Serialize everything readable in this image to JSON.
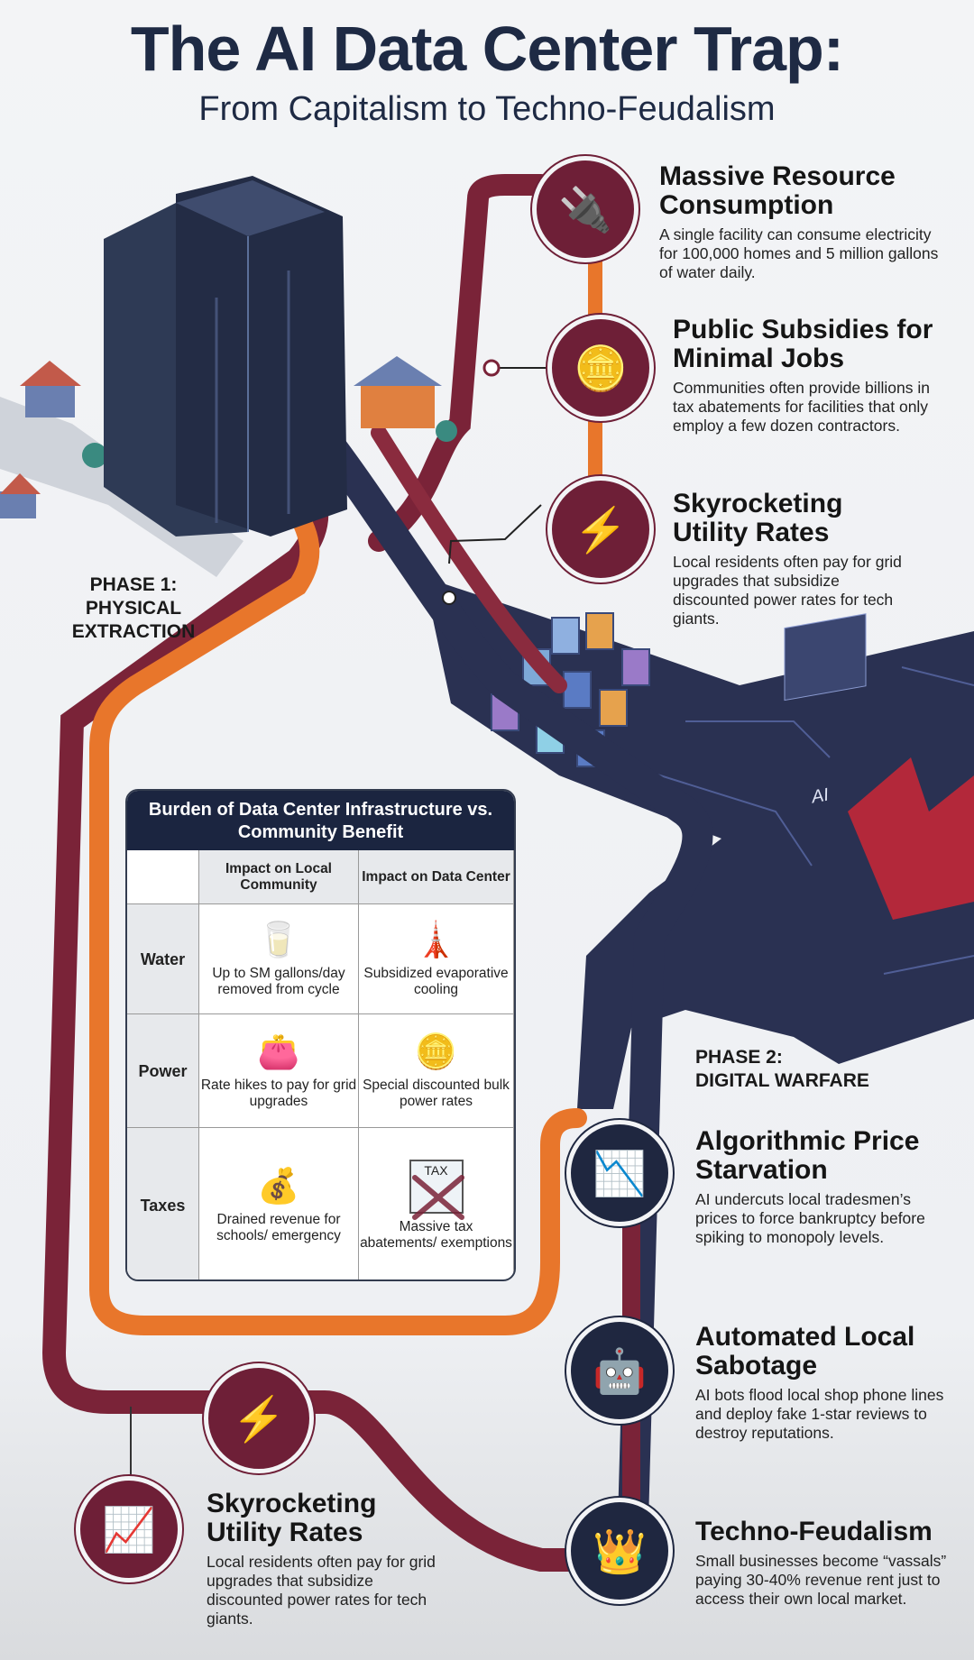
{
  "title": "The AI Data Center Trap:",
  "subtitle": "From Capitalism to Techno-Feudalism",
  "phase1": {
    "line1": "PHASE 1:",
    "line2": "PHYSICAL",
    "line3": "EXTRACTION"
  },
  "phase2": {
    "line1": "PHASE 2:",
    "line2": "DIGITAL WARFARE"
  },
  "items": [
    {
      "title": "Massive Resource Consumption",
      "text": "A single facility can consume electricity for 100,000 homes and 5 million gallons of water daily.",
      "icon": "plug-water-icon"
    },
    {
      "title": "Public Subsidies for Minimal Jobs",
      "text": "Communities often provide billions in tax abatements for facilities that only employ a few dozen contractors.",
      "icon": "coins-people-icon"
    },
    {
      "title": "Skyrocketing Utility Rates",
      "text": "Local residents often pay for grid upgrades that subsidize discounted power rates for tech giants.",
      "icon": "house-rising-arrow-icon"
    },
    {
      "title": "Algorithmic Price Starvation",
      "text": "AI undercuts local tradesmen’s prices to force bankruptcy before spiking to monopoly levels.",
      "icon": "falling-chart-icon"
    },
    {
      "title": "Automated Local Sabotage",
      "text": "AI bots flood local shop phone lines and deploy fake 1-star reviews to destroy reputations.",
      "icon": "robot-icon"
    },
    {
      "title": "Techno-Feudalism",
      "text": "Small businesses become “vassals” paying 30-40% revenue rent just to access their own local market.",
      "icon": "crown-chain-icon"
    },
    {
      "title": "Skyrocketing Utility Rates",
      "text": "Local residents often pay for grid upgrades that subsidize discounted power rates for tech giants.",
      "icon": "house-rising-arrow-icon"
    }
  ],
  "chip_label": "AI",
  "table": {
    "title": "Burden of Data Center Infrastructure vs. Community Benefit",
    "headers": [
      "",
      "Impact on Local Community",
      "Impact on Data Center"
    ],
    "rows": [
      {
        "label": "Water",
        "local": "Up to SM gallons/day removed from cycle",
        "dc": "Subsidized evaporative cooling"
      },
      {
        "label": "Power",
        "local": "Rate hikes to pay for grid upgrades",
        "dc": "Special discounted bulk power rates"
      },
      {
        "label": "Taxes",
        "local": "Drained revenue for schools/ emergency",
        "dc": "Massive tax abatements/ exemptions"
      }
    ],
    "tax_label": "TAX"
  },
  "colors": {
    "maroon": "#6e1f37",
    "orange": "#e8762b",
    "navy": "#1f2740"
  }
}
